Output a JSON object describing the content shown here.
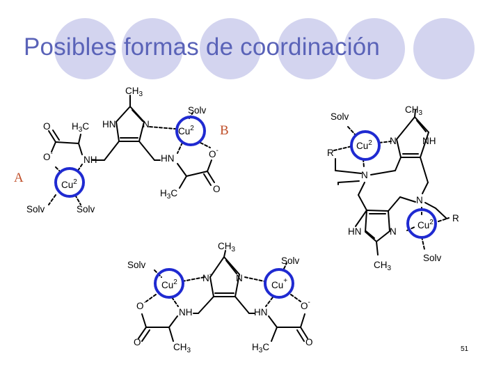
{
  "slide": {
    "title": "Posibles formas de coordinación",
    "page_number": "51"
  },
  "labels": {
    "complex_a": "A",
    "complex_b": "B"
  },
  "chem": {
    "ch3": "CH",
    "h3c": "H",
    "three": "3",
    "c": "C",
    "solv": "Solv",
    "cu": "Cu",
    "two": "2",
    "plus": "+",
    "n": "N",
    "nh": "NH",
    "hn": "HN",
    "o": "O",
    "minus": "-",
    "r": "R"
  },
  "colors": {
    "title": "#5a63b8",
    "circle_fill": "#d3d4ef",
    "cu_ring": "#1f2ad1",
    "tag": "#c0502b"
  }
}
